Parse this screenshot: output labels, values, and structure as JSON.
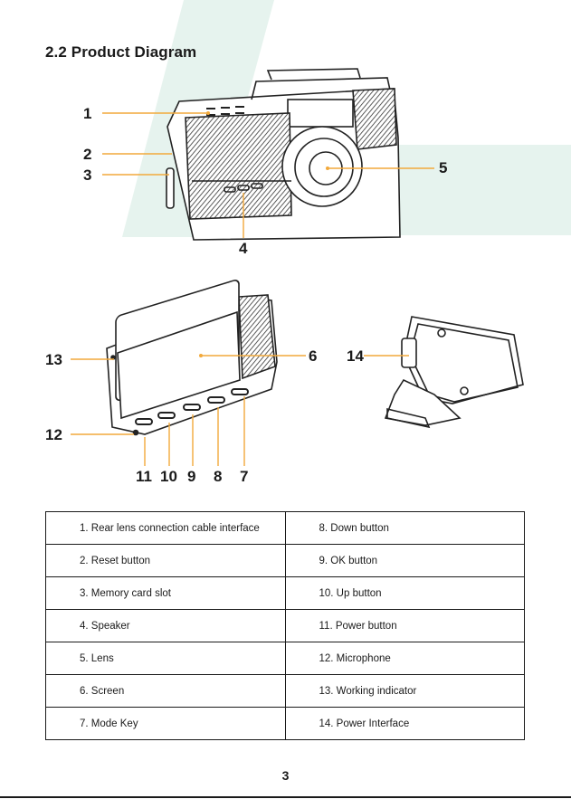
{
  "section": {
    "heading": "2.2 Product Diagram"
  },
  "diagram": {
    "callouts": [
      {
        "id": "c1",
        "label": "1"
      },
      {
        "id": "c2",
        "label": "2"
      },
      {
        "id": "c3",
        "label": "3"
      },
      {
        "id": "c4",
        "label": "4"
      },
      {
        "id": "c5",
        "label": "5"
      },
      {
        "id": "c6",
        "label": "6"
      },
      {
        "id": "c7",
        "label": "7"
      },
      {
        "id": "c8",
        "label": "8"
      },
      {
        "id": "c9",
        "label": "9"
      },
      {
        "id": "c10",
        "label": "10"
      },
      {
        "id": "c11",
        "label": "11"
      },
      {
        "id": "c12",
        "label": "12"
      },
      {
        "id": "c13",
        "label": "13"
      },
      {
        "id": "c14",
        "label": "14"
      }
    ],
    "accent_color": "#f2a93b",
    "tint_color": "#e6f3ee"
  },
  "parts_table": {
    "rows": [
      [
        "1. Rear lens connection cable interface",
        "8. Down button"
      ],
      [
        "2. Reset button",
        "9. OK button"
      ],
      [
        "3. Memory card slot",
        "10. Up button"
      ],
      [
        "4. Speaker",
        "11. Power button"
      ],
      [
        "5. Lens",
        "12. Microphone"
      ],
      [
        "6. Screen",
        "13. Working indicator"
      ],
      [
        "7. Mode Key",
        "14. Power Interface"
      ]
    ]
  },
  "footer": {
    "page_number": "3"
  }
}
